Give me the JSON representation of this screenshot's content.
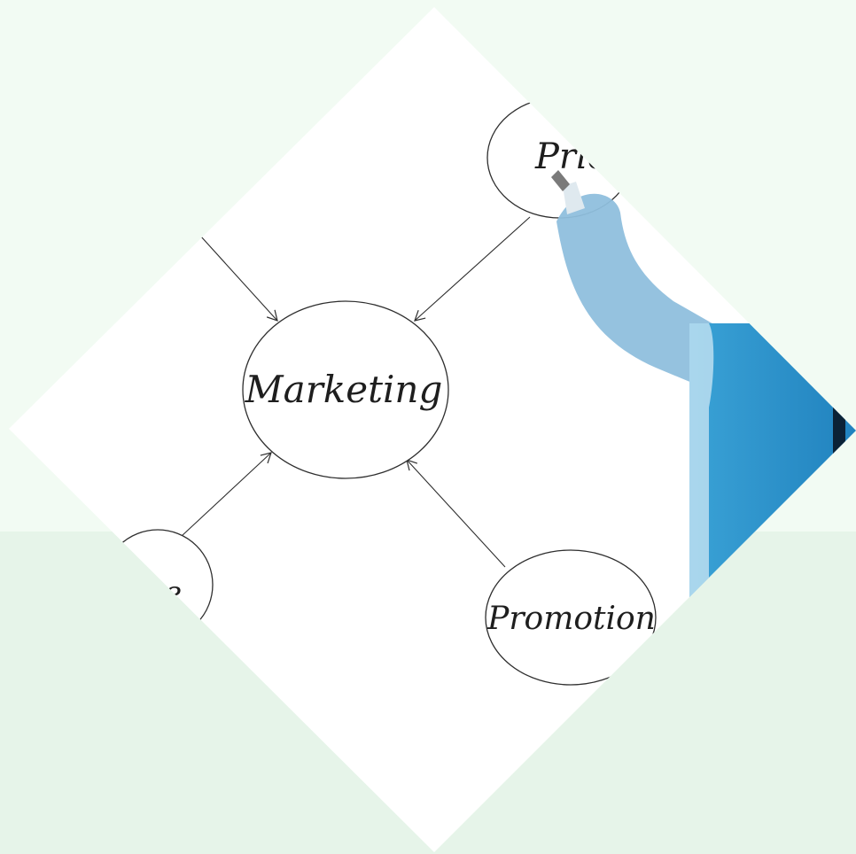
{
  "diagram": {
    "center_label": "Marketing",
    "nodes": [
      {
        "label": "Pric"
      },
      {
        "label": "ce"
      },
      {
        "label": "Promotion"
      }
    ]
  },
  "colors": {
    "page_background": "#f2fbf3",
    "lower_band": "#e6f4e9",
    "tile_background": "#ffffff",
    "ink": "#2e2e2e",
    "marker_light": "#8fbfdd",
    "sleeve_blue": "#2f95cc"
  },
  "icons": {
    "hand": "hand-with-marker-icon"
  }
}
